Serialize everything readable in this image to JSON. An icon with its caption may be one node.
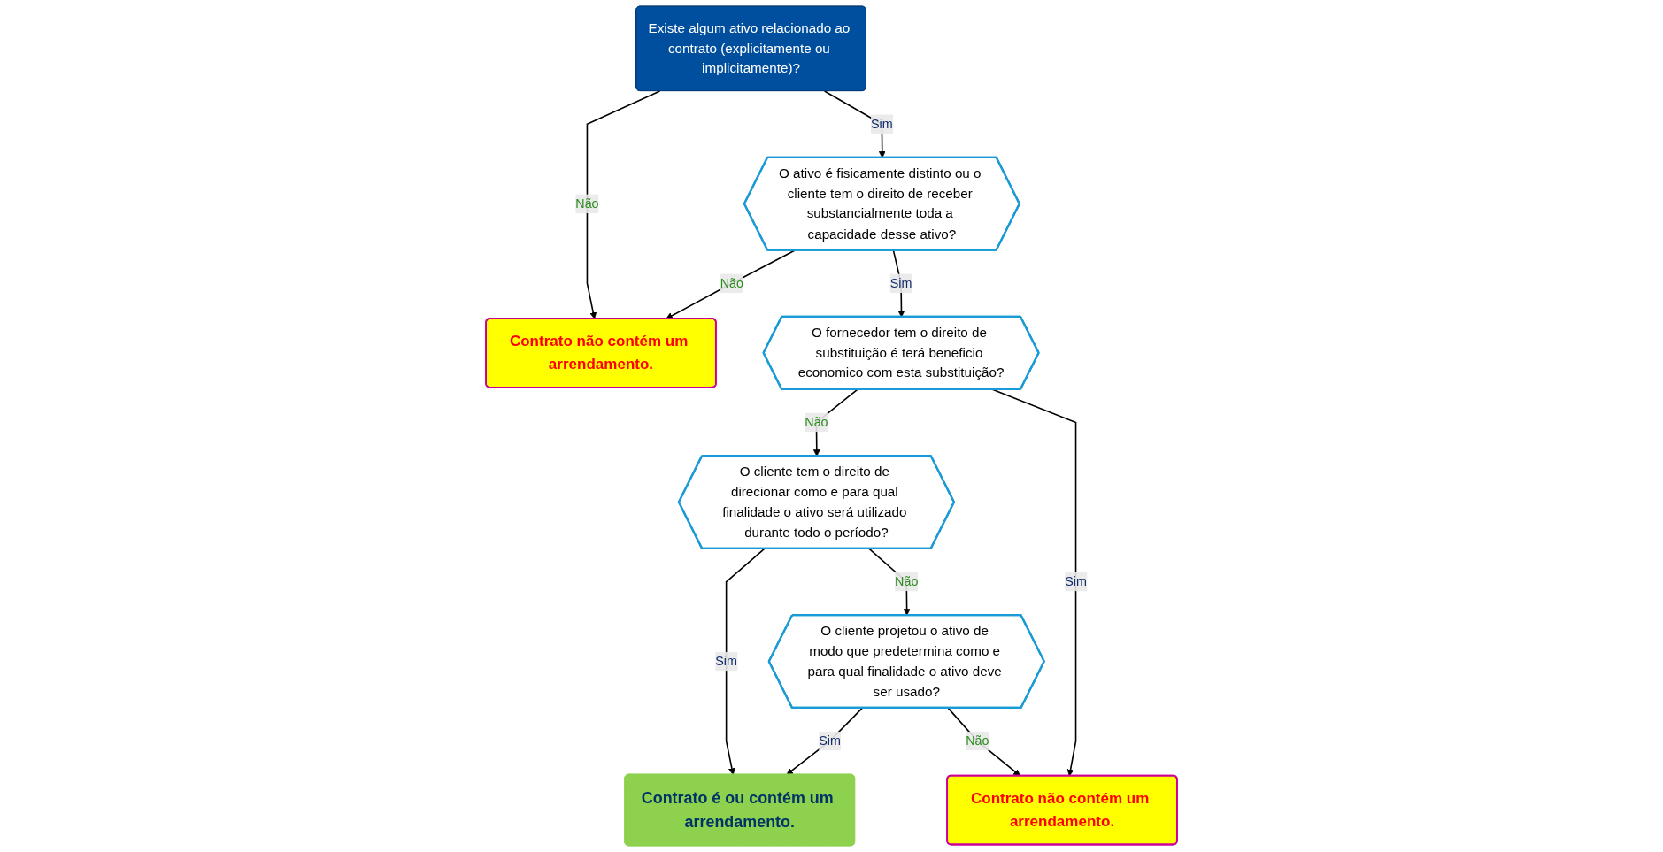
{
  "diagram": {
    "nodes": [
      {
        "text": [
          "Existe algum ativo relacionado ao contrato (explicitamente ou implicitamente)?"
        ]
      },
      {
        "text": [
          "Contrato não contém um arrendamento."
        ]
      },
      {
        "text": [
          "O ativo é fisicamente distinto ou o cliente tem o direito de receber substancialmente toda a capacidade desse ativo?"
        ]
      },
      {
        "text": [
          "O fornecedor tem o direito de substituição é terá beneficio economico com esta substituição?"
        ]
      },
      {
        "text": [
          "O cliente tem o direito de direcionar como e para qual finalidade o ativo será utilizado durante todo o período?"
        ]
      },
      {
        "text": [
          "Contrato é ou contém um arrendamento."
        ]
      },
      {
        "text": [
          "O cliente projetou o ativo de modo que predetermina como e para qual finalidade o ativo deve ser usado?"
        ]
      },
      {
        "text": [
          "Contrato não contém um arrendamento."
        ]
      }
    ],
    "edges": [
      {
        "from": 0,
        "to": 1,
        "label": "Não",
        "arrow": "to"
      },
      {
        "from": 0,
        "to": 2,
        "label": "Sim",
        "arrow": "to"
      },
      {
        "from": 2,
        "to": 1,
        "label": "Não",
        "arrow": "to"
      },
      {
        "from": 2,
        "to": 3,
        "label": "Sim",
        "arrow": "to"
      },
      {
        "from": 3,
        "to": 4,
        "label": "Não",
        "arrow": "to"
      },
      {
        "from": 3,
        "to": 7,
        "label": "Sim",
        "arrow": "to"
      },
      {
        "from": 4,
        "to": 5,
        "label": "Sim",
        "arrow": "to"
      },
      {
        "from": 4,
        "to": 6,
        "label": "Não",
        "arrow": "to"
      },
      {
        "from": 6,
        "to": 5,
        "label": "Sim",
        "arrow": "to"
      },
      {
        "from": 6,
        "to": 7,
        "label": "Não",
        "arrow": "to"
      }
    ]
  }
}
